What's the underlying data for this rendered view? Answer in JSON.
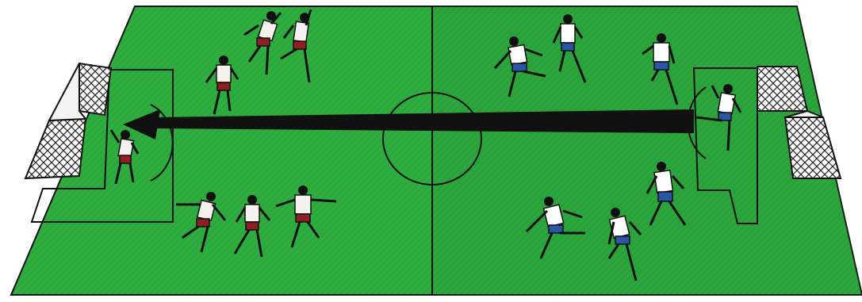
{
  "scene": {
    "type": "soccer-pitch-illustration",
    "colors": {
      "background": "#ffffff",
      "pitch_light": "#2fae3f",
      "pitch_dark": "#1f8a34",
      "lines": "#111111",
      "team_red_shirt": "#f4f1ee",
      "team_red_shorts": "#8f1f23",
      "team_red_sleeve": "#b22a2e",
      "team_blue_shirt": "#ffffff",
      "team_blue_shorts": "#2a56a8",
      "team_blue_sleeve": "#2a56a8",
      "arrow": "#111111"
    },
    "icons": {
      "left_goal": "goal-net-icon",
      "right_goal": "goal-net-icon",
      "arrow": "long-ball-arrow-icon"
    },
    "teams": [
      {
        "name": "red",
        "players": 7
      },
      {
        "name": "blue",
        "players": 7
      }
    ]
  }
}
